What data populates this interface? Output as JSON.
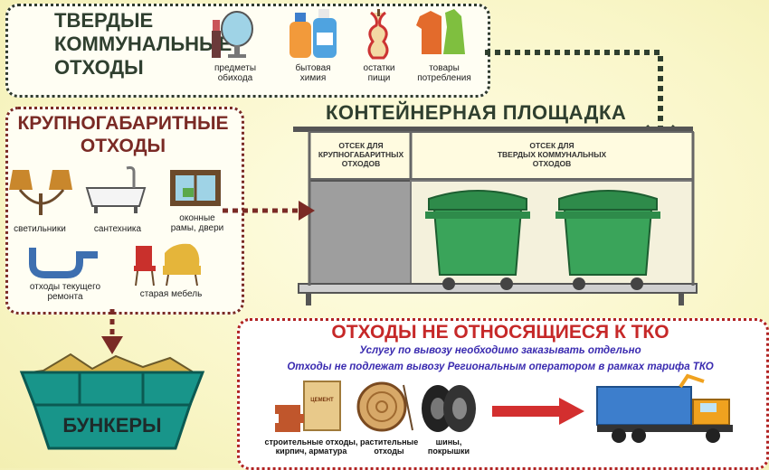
{
  "tko": {
    "title_line1": "ТВЕРДЫЕ",
    "title_line2": "КОММУНАЛЬНЫЕ",
    "title_line3": "ОТХОДЫ",
    "items": [
      {
        "line1": "предметы",
        "line2": "обихода",
        "icon": "mirror-lipstick-icon"
      },
      {
        "line1": "бытовая",
        "line2": "химия",
        "icon": "detergent-bottles-icon"
      },
      {
        "line1": "остатки",
        "line2": "пищи",
        "icon": "apple-core-icon"
      },
      {
        "line1": "товары",
        "line2": "потребления",
        "icon": "clothes-icon"
      }
    ]
  },
  "bulky": {
    "title_line1": "КРУПНОГАБАРИТНЫЕ",
    "title_line2": "ОТХОДЫ",
    "items": [
      {
        "line1": "светильники",
        "line2": "",
        "icon": "lamp-icon"
      },
      {
        "line1": "сантехника",
        "line2": "",
        "icon": "bathtub-icon"
      },
      {
        "line1": "оконные",
        "line2": "рамы, двери",
        "icon": "window-icon"
      },
      {
        "line1": "отходы текущего",
        "line2": "ремонта",
        "icon": "pipe-icon"
      },
      {
        "line1": "старая мебель",
        "line2": "",
        "icon": "chair-icon"
      }
    ]
  },
  "container_site": {
    "title": "КОНТЕЙНЕРНАЯ ПЛОЩАДКА",
    "left_section": {
      "line1": "ОТСЕК ДЛЯ",
      "line2": "КРУПНОГАБАРИТНЫХ",
      "line3": "ОТХОДОВ"
    },
    "right_section": {
      "line1": "ОТСЕК ДЛЯ",
      "line2": "ТВЕРДЫХ КОММУНАЛЬНЫХ",
      "line3": "ОТХОДОВ"
    }
  },
  "bunkers": {
    "label": "БУНКЕРЫ"
  },
  "non_tko": {
    "title": "ОТХОДЫ НЕ ОТНОСЯЩИЕСЯ К ТКО",
    "line1": "Услугу по вывозу необходимо заказывать отдельно",
    "line2": "Отходы не подлежат вывозу Региональным оператором  в рамках тарифа ТКО",
    "items": [
      {
        "line1": "строительные отходы,",
        "line2": "кирпич, арматура",
        "icon": "bricks-cement-icon"
      },
      {
        "line1": "растительные",
        "line2": "отходы",
        "icon": "wood-log-icon"
      },
      {
        "line1": "шины,",
        "line2": "покрышки",
        "icon": "tires-icon"
      }
    ],
    "cement_label": "ЦЕМЕНТ"
  },
  "colors": {
    "dark_green": "#2f3f2f",
    "brown": "#7a2a25",
    "red": "#c62828",
    "bin_green": "#2e8b4a",
    "purple_text": "#3a2bb0"
  }
}
